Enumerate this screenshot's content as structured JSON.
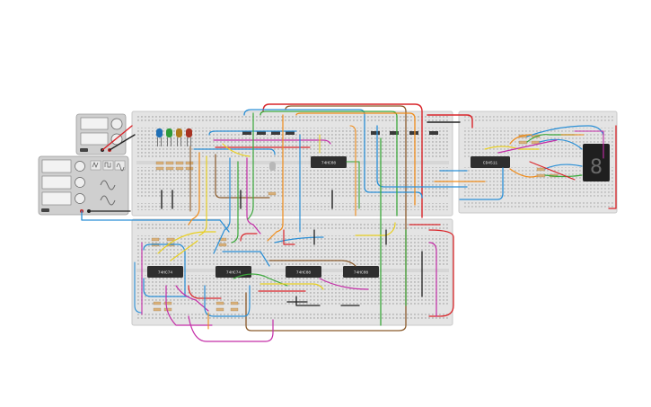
{
  "chips": {
    "upper_main": "74HC08",
    "lower_1": "74HC74",
    "lower_2": "74HC74",
    "lower_3": "74HC08",
    "lower_4": "74HC08",
    "right_board": "CD4511"
  },
  "seven_segment": {
    "digit": "8"
  },
  "led_colors": [
    "#1f6fb5",
    "#2e9b3a",
    "#b07a1b",
    "#a83222"
  ],
  "wire_colors": {
    "red": "#d9252a",
    "blue": "#2a8fd6",
    "green": "#3ba83b",
    "orange": "#f08c1a",
    "yellow": "#e8cf22",
    "magenta": "#c42ea8",
    "brown": "#8a5a2b",
    "black": "#222222",
    "gray": "#9a9a9a"
  },
  "instruments": {
    "power_supply": "power-supply",
    "function_generator": "function-generator"
  }
}
